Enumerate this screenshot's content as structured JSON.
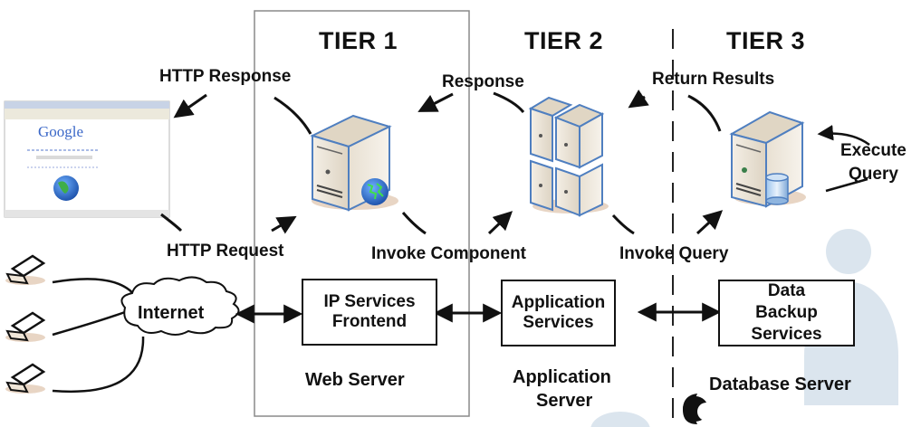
{
  "tiers": [
    {
      "label": "TIER 1"
    },
    {
      "label": "TIER 2"
    },
    {
      "label": "TIER 3"
    }
  ],
  "arrows": {
    "http_response": "HTTP Response",
    "response": "Response",
    "return_results": "Return Results",
    "execute_query_line1": "Execute",
    "execute_query_line2": "Query",
    "http_request": "HTTP Request",
    "invoke_component": "Invoke Component",
    "invoke_query": "Invoke Query"
  },
  "browser": {
    "search_brand": "Google"
  },
  "network": {
    "cloud_label": "Internet",
    "client_count": 3
  },
  "services": {
    "ip_frontend": [
      "IP Services",
      "Frontend"
    ],
    "application": [
      "Application",
      "Services"
    ],
    "data_backup": [
      "Data",
      "Backup",
      "Services"
    ]
  },
  "servers": {
    "web": "Web Server",
    "application_line1": "Application",
    "application_line2": "Server",
    "database": "Database Server"
  },
  "colors": {
    "server_body": "#ece4d6",
    "server_outline": "#4f7fc0",
    "globe": "#2a6fd1",
    "decor_circle": "#dbe5ee",
    "tier_frame": "#8a8a8a"
  }
}
